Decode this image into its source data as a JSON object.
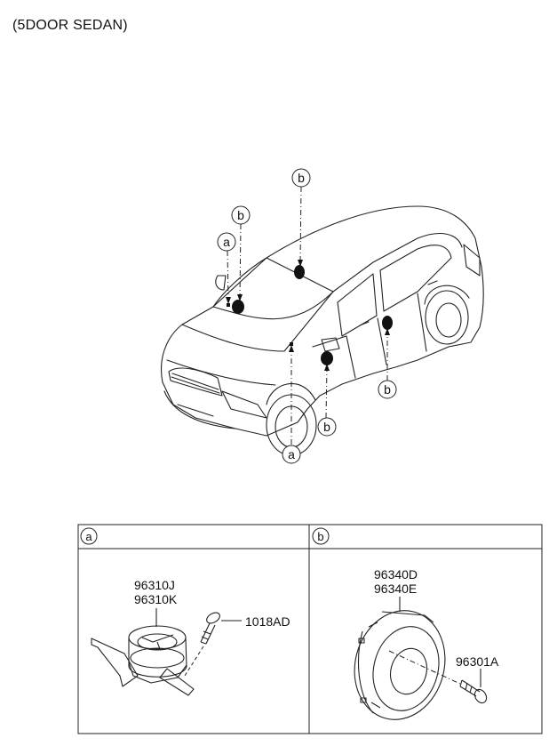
{
  "header": {
    "title": "(5DOOR SEDAN)"
  },
  "callouts": {
    "a_top": "a",
    "a_bottom": "a",
    "b_roof": "b",
    "b_dash": "b",
    "b_front_door": "b",
    "b_rear_door": "b"
  },
  "table": {
    "cell_a": {
      "tag": "a",
      "part_numbers": [
        "96310J",
        "96310K"
      ],
      "screw_part": "1018AD"
    },
    "cell_b": {
      "tag": "b",
      "part_numbers": [
        "96340D",
        "96340E"
      ],
      "screw_part": "96301A"
    }
  }
}
